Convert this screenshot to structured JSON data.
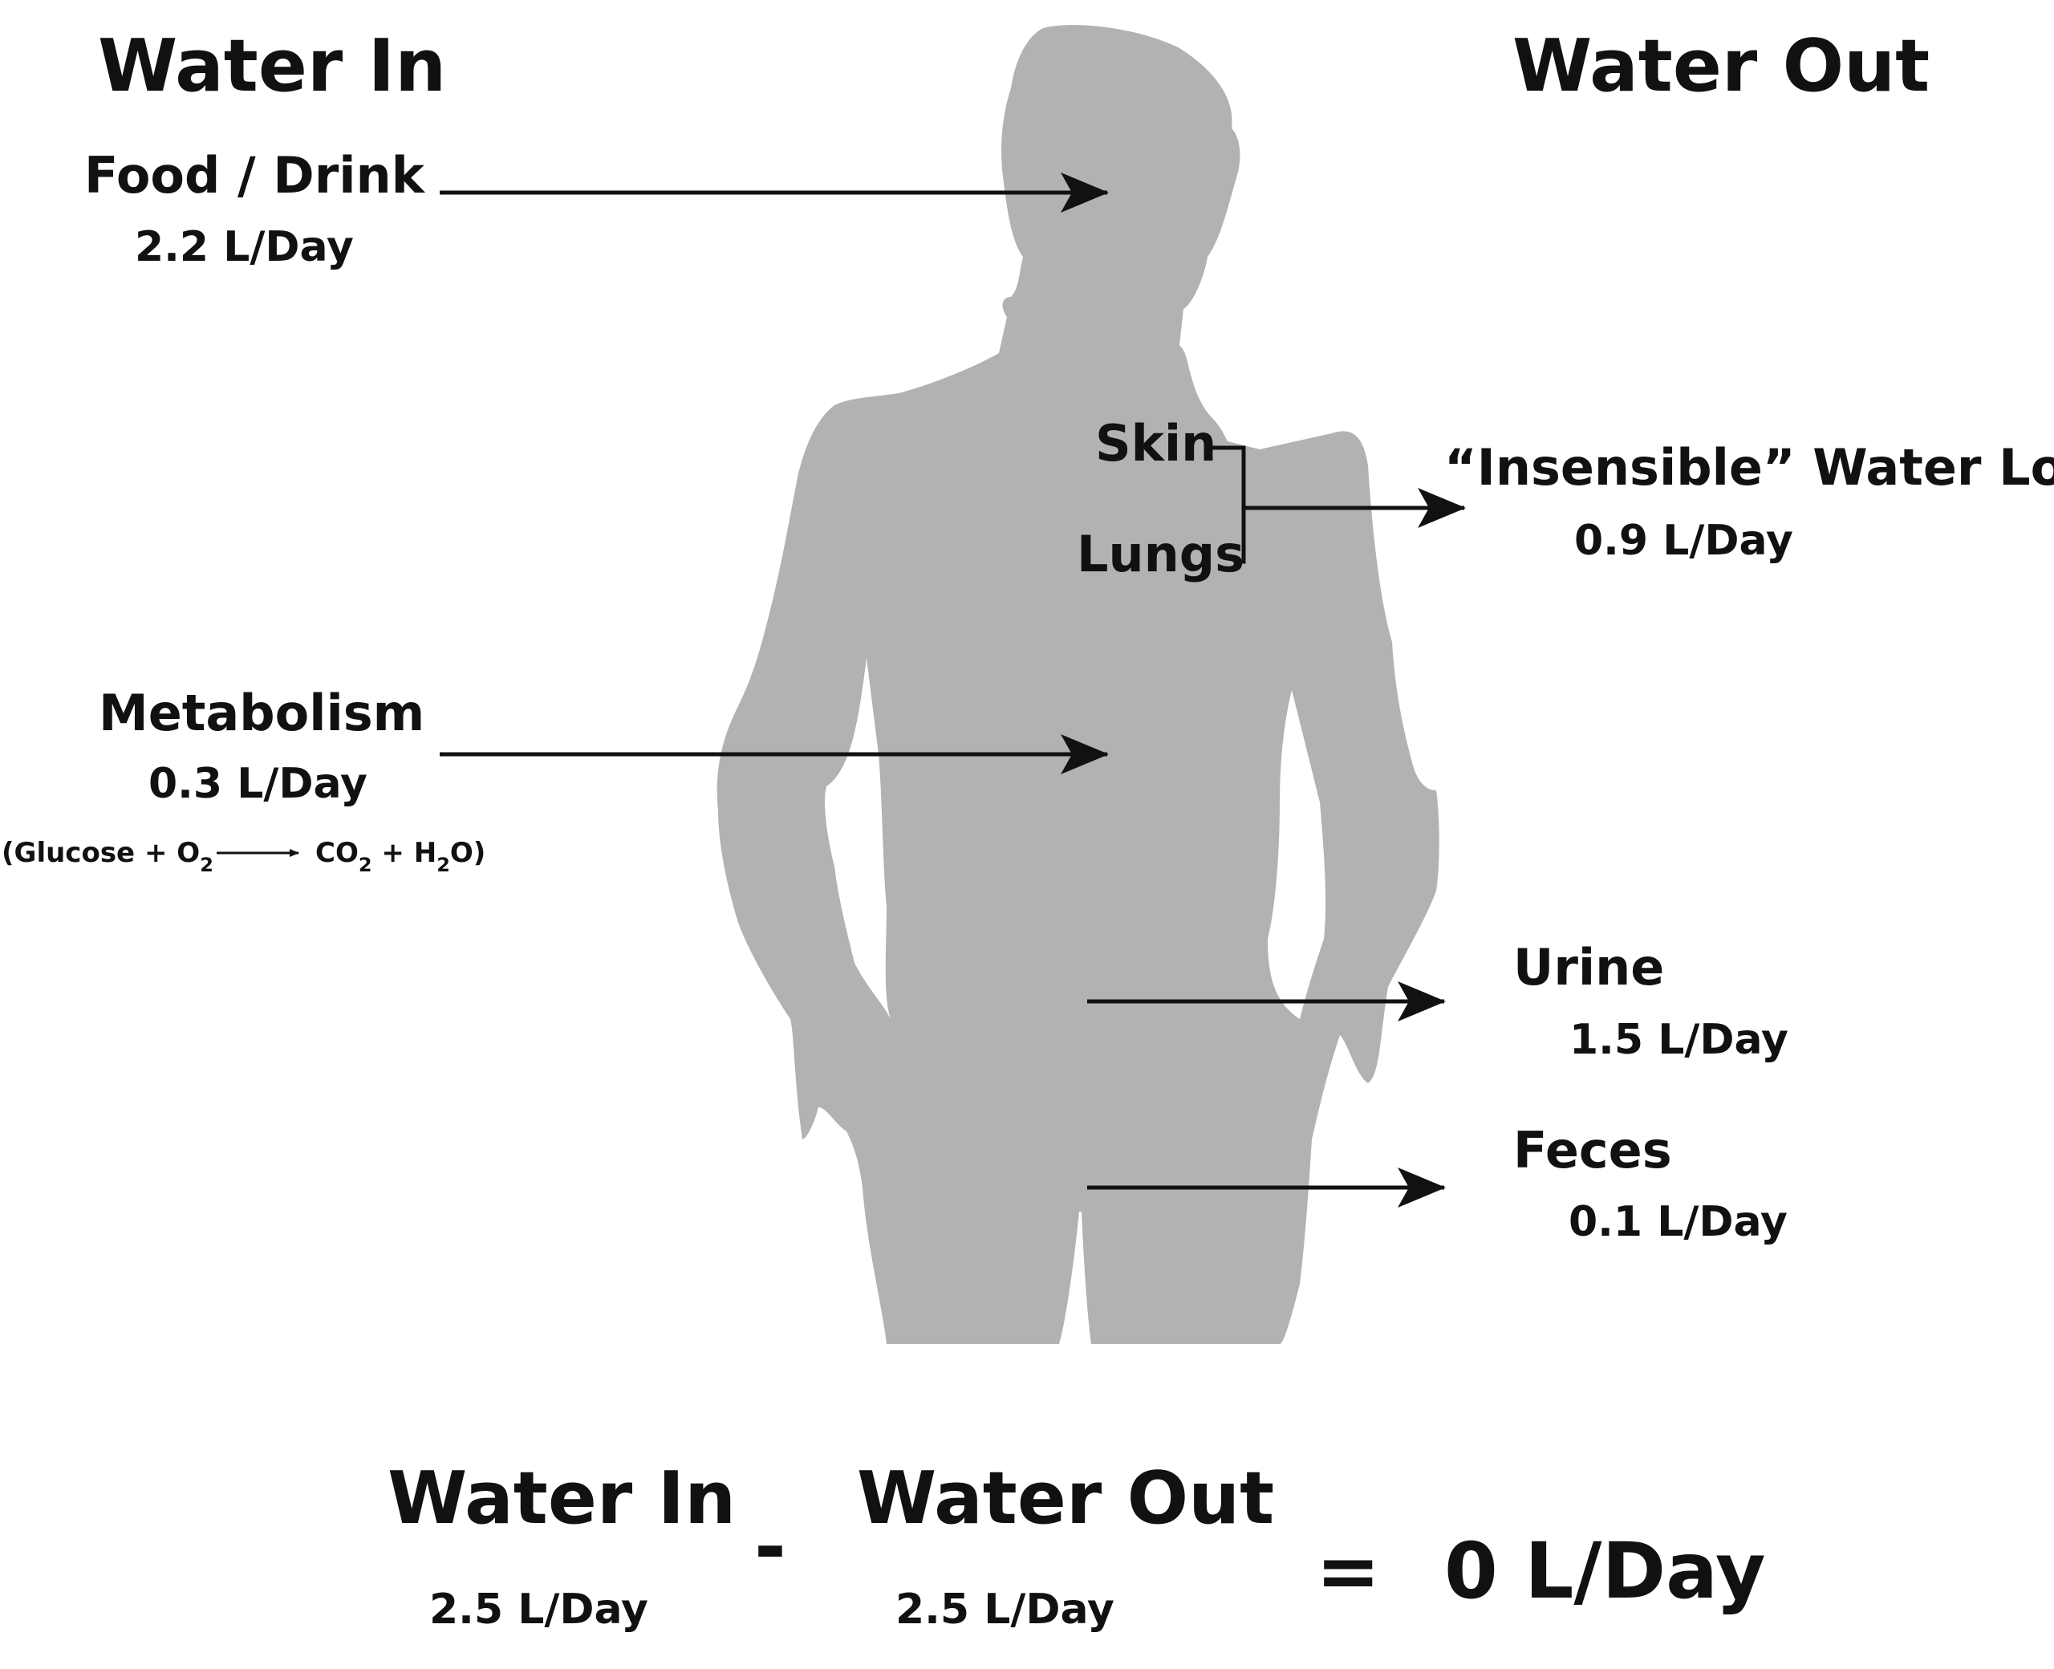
{
  "colors": {
    "silhouette": "#b2b2b2",
    "ink": "#111111",
    "background": "#ffffff"
  },
  "headers": {
    "water_in": "Water In",
    "water_out": "Water Out"
  },
  "inputs": {
    "food": {
      "label": "Food / Drink",
      "value": "2.2 L/Day"
    },
    "metabolism": {
      "label": "Metabolism",
      "value": "0.3 L/Day",
      "reaction": {
        "open": "(Glucose + O",
        "sub_o2": "2",
        "co2": "CO",
        "sub_co2": "2",
        "plus_h": " + H",
        "sub_h2": "2",
        "close": "O)"
      }
    }
  },
  "outputs": {
    "skin": "Skin",
    "lungs": "Lungs",
    "insensible": {
      "label": "“Insensible” Water Loss",
      "value": "0.9 L/Day"
    },
    "urine": {
      "label": "Urine",
      "value": "1.5 L/Day"
    },
    "feces": {
      "label": "Feces",
      "value": "0.1 L/Day"
    }
  },
  "equation": {
    "in_label": "Water In",
    "in_value": "2.5 L/Day",
    "minus": "-",
    "out_label": "Water Out",
    "out_value": "2.5 L/Day",
    "equals": "=",
    "result": "0 L/Day"
  }
}
